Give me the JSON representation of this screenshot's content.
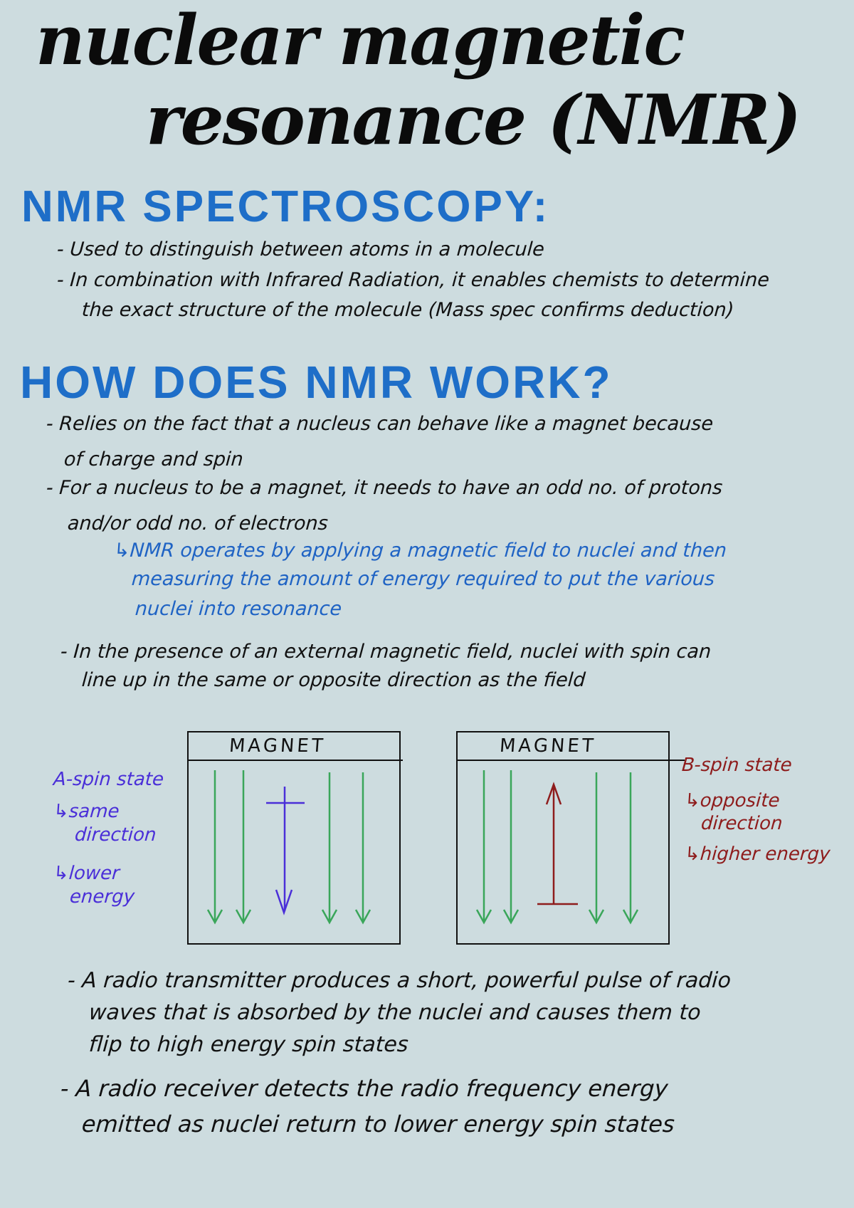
{
  "title": {
    "line1": "nuclear magnetic",
    "line2": "resonance (NMR)"
  },
  "sections": [
    {
      "heading": "NMR SPECTROSCOPY:",
      "bullets": [
        "- Used to distinguish between atoms in a molecule",
        "- In combination with Infrared Radiation, it enables chemists to determine",
        "the exact structure of the molecule (Mass spec confirms deduction)"
      ]
    },
    {
      "heading": "HOW DOES NMR WORK?",
      "bullets": [
        "- Relies on the fact that a nucleus can behave like a magnet because",
        "of charge and spin",
        "- For a nucleus to be a magnet, it needs to have an odd no. of protons",
        "and/or odd no. of electrons",
        "↳NMR operates by applying a magnetic field to nuclei and then",
        "measuring the amount of energy required to put the various",
        "nuclei into resonance",
        "- In the presence of an external magnetic field, nuclei with spin can",
        "line up in the same or opposite direction as the field"
      ]
    }
  ],
  "diagram": {
    "left_box_label": "MAGNET",
    "right_box_label": "MAGNET",
    "left_notes": [
      "A-spin state",
      "↳same",
      "direction",
      "↳lower",
      "energy"
    ],
    "right_notes": [
      "B-spin state",
      "↳opposite",
      "direction",
      "↳higher energy"
    ],
    "colors": {
      "field": "#3aa65a",
      "alpha": "#4a2fd8",
      "beta": "#8e1c1c"
    }
  },
  "closing": [
    "- A radio transmitter produces a short, powerful pulse of radio",
    "waves that is absorbed by the nuclei and causes them to",
    "flip to high energy spin states",
    "- A radio receiver detects the radio frequency energy",
    "emitted as nuclei return to lower energy spin states"
  ]
}
